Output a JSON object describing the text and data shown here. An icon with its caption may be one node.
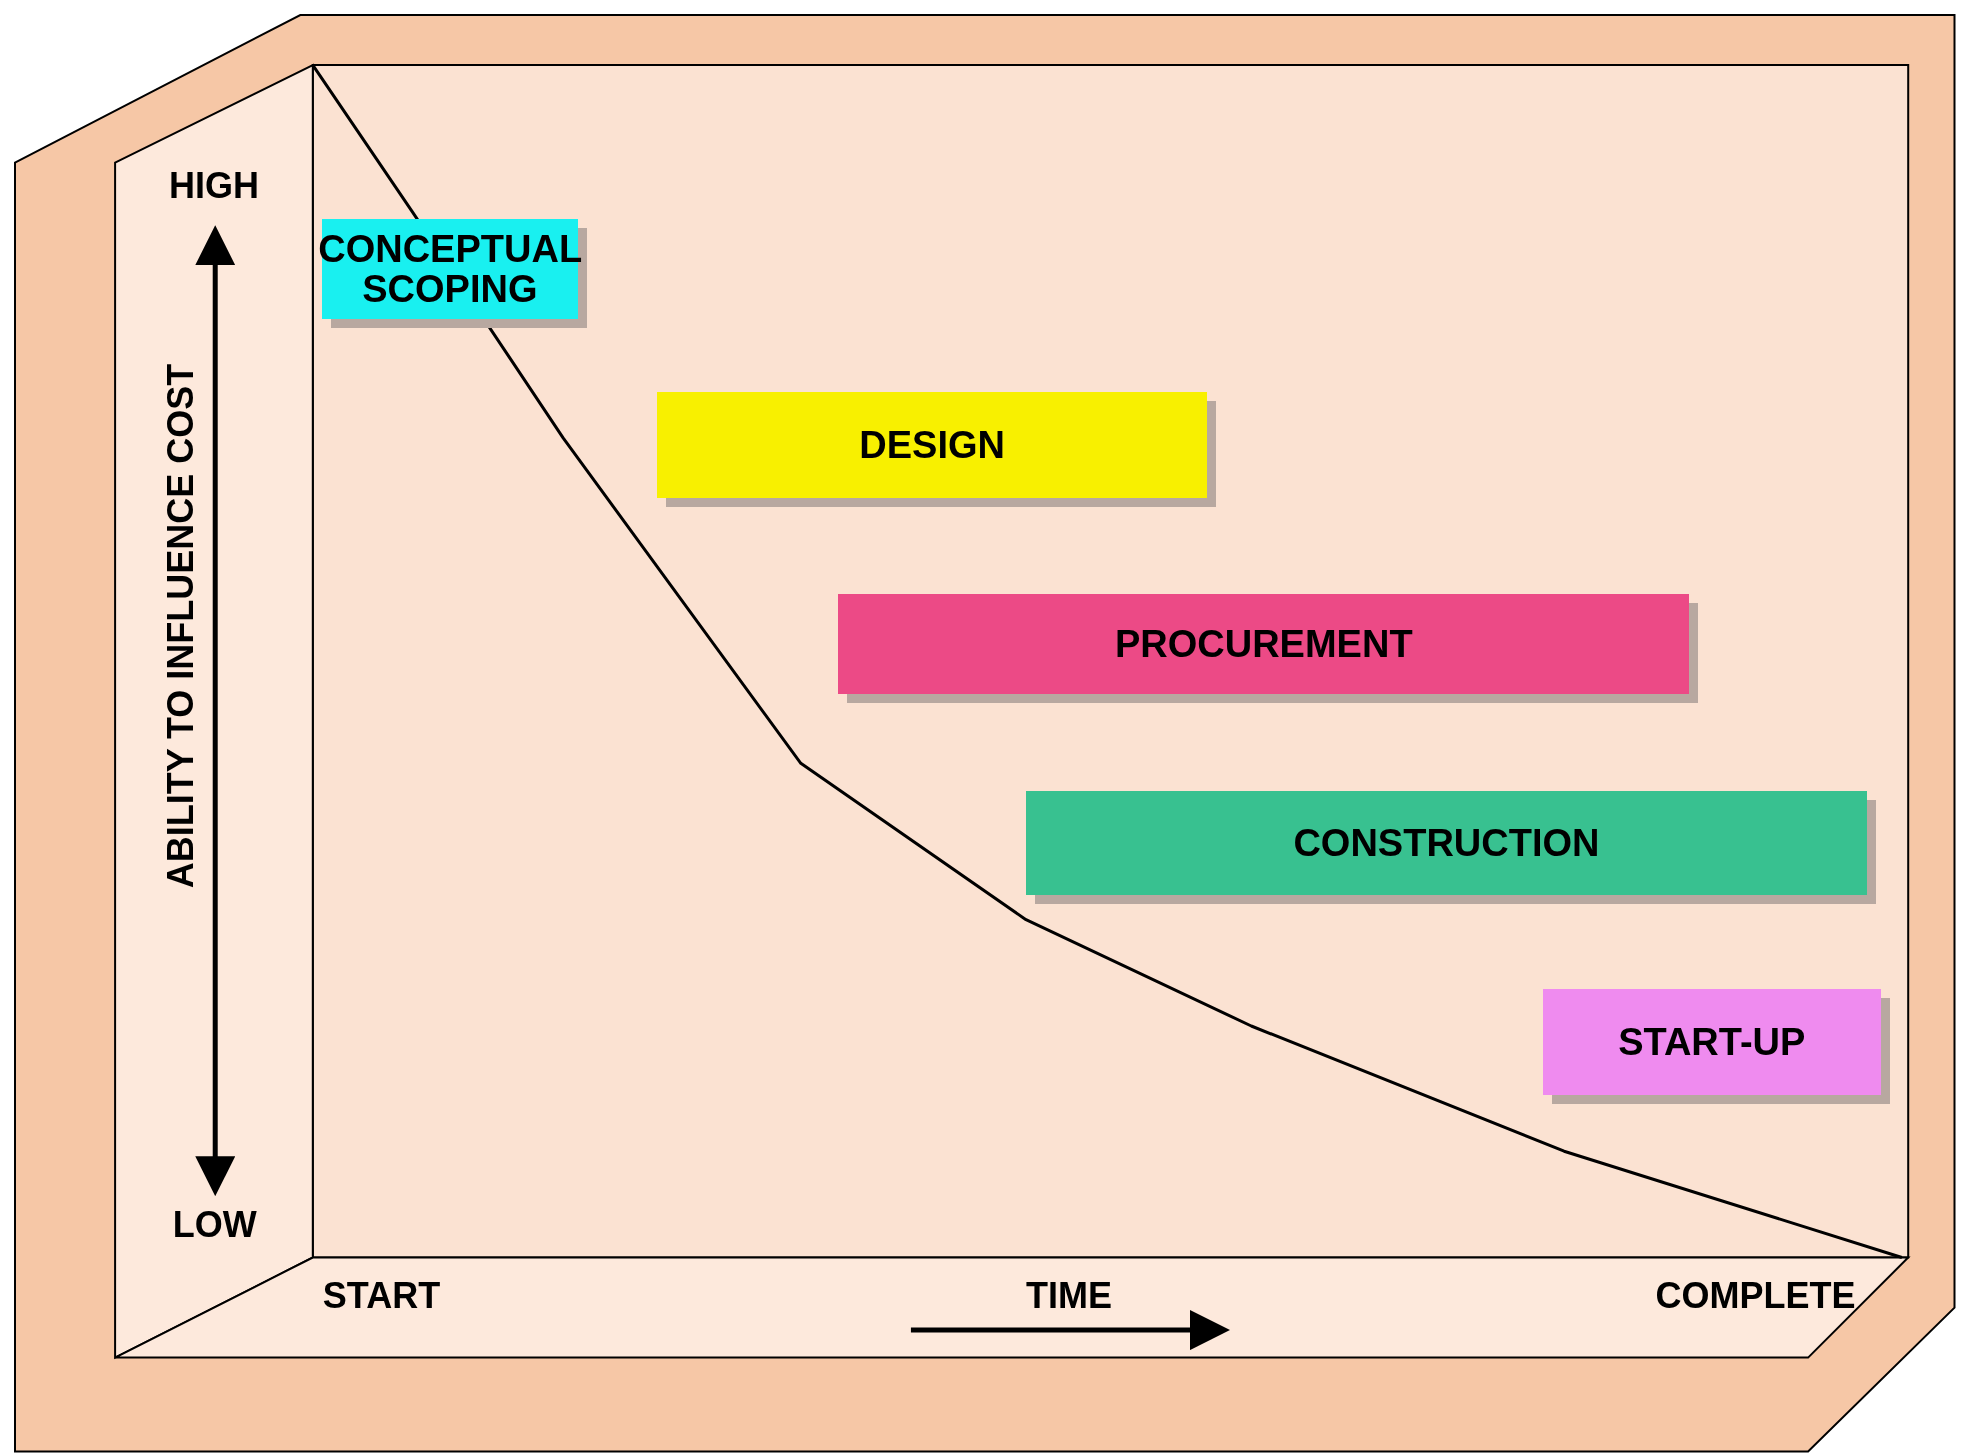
{
  "diagram": {
    "nodes": [
      {
        "text": [
          "CONCEPTUAL SCOPING"
        ]
      },
      {
        "text": [
          "DESIGN"
        ]
      },
      {
        "text": [
          "PROCUREMENT"
        ]
      },
      {
        "text": [
          "CONSTRUCTION"
        ]
      },
      {
        "text": [
          "START-UP"
        ]
      }
    ],
    "edges": [],
    "labels": [
      "HIGH",
      "ABILITY TO INFLUENCE COST",
      "LOW",
      "START",
      "TIME",
      "COMPLETE"
    ]
  }
}
